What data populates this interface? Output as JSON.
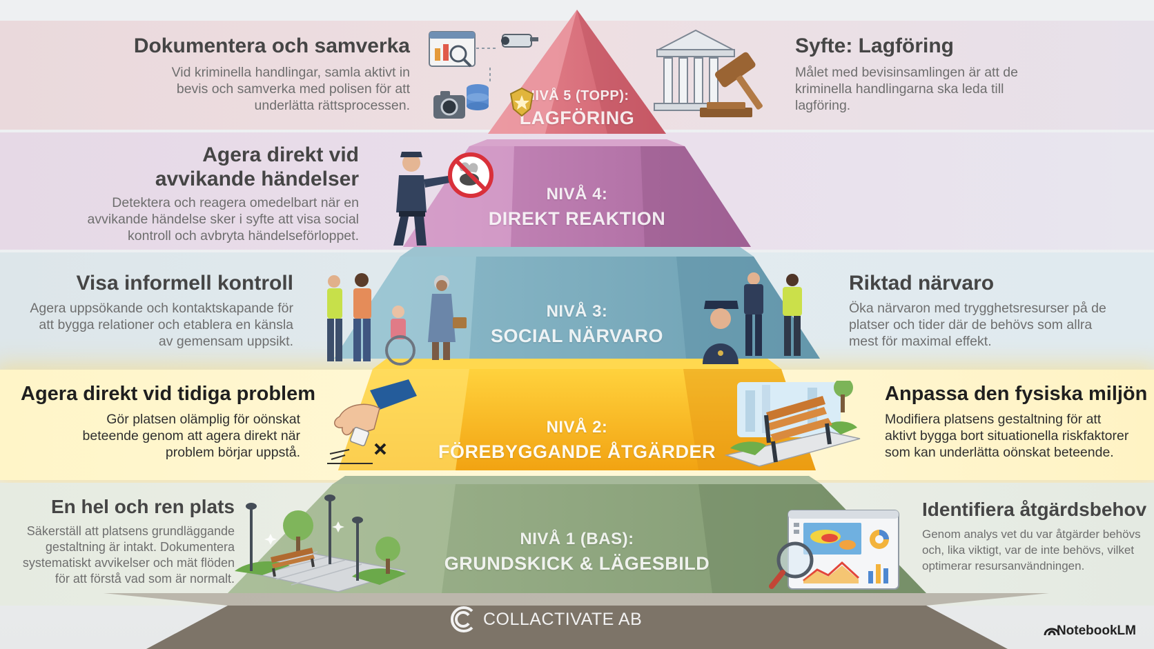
{
  "levels": [
    {
      "level_label": "NIVÅ 5 (TOPP):",
      "level_name": "LAGFÖRING",
      "left": {
        "title": "Dokumentera och samverka",
        "text": "Vid kriminella handlingar, samla aktivt in bevis och samverka med polisen för att underlätta rättsprocessen."
      },
      "right": {
        "title": "Syfte: Lagföring",
        "text": "Målet med bevisinsamlingen är att de kriminella handlingarna ska leda till lagföring."
      }
    },
    {
      "level_label": "NIVÅ 4:",
      "level_name": "DIREKT REAKTION",
      "left": {
        "title_line1": "Agera direkt vid",
        "title_line2": "avvikande händelser",
        "text": "Detektera och reagera omedelbart när en avvikande händelse sker i syfte att visa social kontroll och avbryta händelseförloppet."
      }
    },
    {
      "level_label": "NIVÅ 3:",
      "level_name": "SOCIAL NÄRVARO",
      "left": {
        "title": "Visa informell kontroll",
        "text": "Agera uppsökande och kontaktskapande för att bygga relationer och etablera en känsla av gemensam uppsikt."
      },
      "right": {
        "title": "Riktad närvaro",
        "text": "Öka närvaron med trygghetsresurser på de platser och tider där de behövs som allra mest för maximal effekt."
      }
    },
    {
      "level_label": "NIVÅ 2:",
      "level_name": "FÖREBYGGANDE ÅTGÄRDER",
      "left": {
        "title": "Agera direkt vid tidiga problem",
        "text": "Gör platsen olämplig för oönskat beteende genom att agera direkt när problem börjar uppstå."
      },
      "right": {
        "title": "Anpassa den fysiska miljön",
        "text": "Modifiera platsens gestaltning för att aktivt bygga bort situationella riskfaktorer som kan underlätta oönskat beteende."
      }
    },
    {
      "level_label": "NIVÅ 1 (BAS):",
      "level_name": "GRUNDSKICK & LÄGESBILD",
      "left": {
        "title": "En hel och ren plats",
        "text": "Säkerställ att platsens grundläggande gestaltning är intakt. Dokumentera systematiskt avvikelser och mät flöden för att förstå vad som är normalt."
      },
      "right": {
        "title": "Identifiera åtgärdsbehov",
        "text": "Genom analys vet du var åtgärder behövs och, lika viktigt, var de inte behövs, vilket optimerar resursanvändningen."
      }
    }
  ],
  "footer": {
    "brand": "COLLACTIVATE AB",
    "credit": "NotebookLM"
  },
  "colors": {
    "level5": "#d9707a",
    "level4": "#b57aaa",
    "level3": "#7aaabb",
    "level2": "#f5b21d",
    "level1": "#8fa57e",
    "base": "#7d7468"
  },
  "icons": [
    "evidence-collection-icon",
    "courthouse-gavel-icon",
    "security-guard-stop-icon",
    "community-people-icon",
    "police-guards-icon",
    "hand-pickup-litter-icon",
    "park-bench-icon",
    "park-path-icon",
    "analytics-dashboard-icon",
    "collactivate-logo-icon",
    "notebooklm-logo-icon"
  ]
}
